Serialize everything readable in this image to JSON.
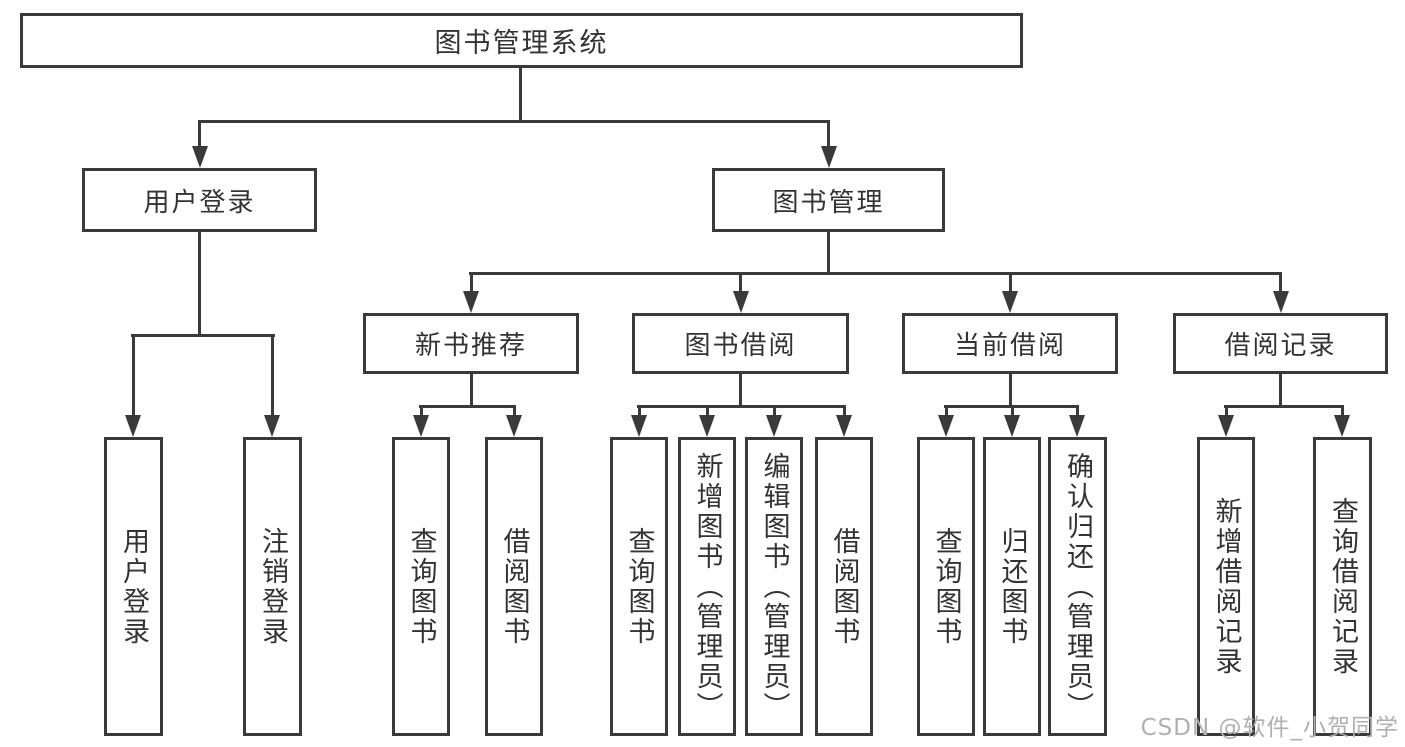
{
  "nodes": {
    "root": "图书管理系统",
    "userLogin": "用户登录",
    "bookMgmt": "图书管理",
    "level3": [
      "新书推荐",
      "图书借阅",
      "当前借阅",
      "借阅记录"
    ],
    "loginLeaves": [
      "用户登录",
      "注销登录"
    ],
    "newBookLeaves": [
      "查询图书",
      "借阅图书"
    ],
    "borrowLeaves": [
      "查询图书",
      "新增图书（管理员）",
      "编辑图书（管理员）",
      "借阅图书"
    ],
    "currentLeaves": [
      "查询图书",
      "归还图书",
      "确认归还（管理员）"
    ],
    "recordLeaves": [
      "新增借阅记录",
      "查询借阅记录"
    ]
  },
  "watermark": "CSDN @软件_小贺同学",
  "colors": {
    "line": "#3a3a3a",
    "text": "#333333",
    "watermark": "#b0b0b0",
    "background": "#ffffff"
  }
}
